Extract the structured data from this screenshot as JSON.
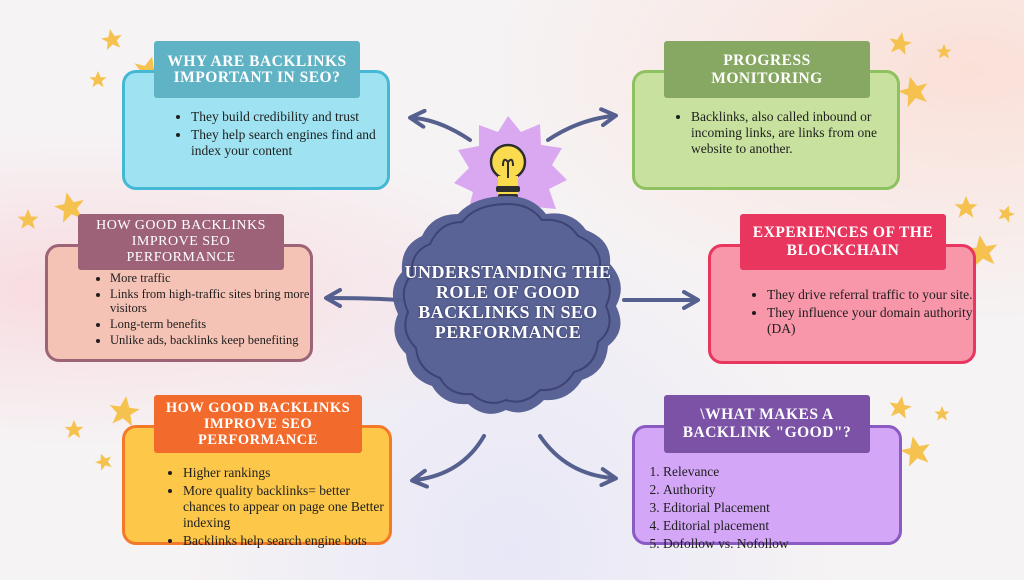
{
  "center": {
    "title": "UNDERSTANDING THE ROLE OF GOOD BACKLINKS IN SEO PERFORMANCE"
  },
  "boxes": {
    "why": {
      "title": "WHY ARE BACKLINKS IMPORTANT IN SEO?",
      "items": [
        "They build credibility and trust",
        "They help search engines find and index your content"
      ]
    },
    "progress": {
      "title": "PROGRESS MONITORING",
      "items": [
        "Backlinks, also called inbound or incoming links, are links from one website to another."
      ]
    },
    "improve1": {
      "title": "HOW GOOD BACKLINKS IMPROVE SEO PERFORMANCE",
      "items": [
        "More traffic",
        "Links from high-traffic sites bring more visitors",
        "Long-term benefits",
        "Unlike ads, backlinks keep benefiting"
      ]
    },
    "blockchain": {
      "title": "EXPERIENCES OF THE BLOCKCHAIN",
      "items": [
        "They drive referral traffic to your site.",
        "They influence your domain authority (DA)"
      ]
    },
    "improve2": {
      "title": "HOW GOOD BACKLINKS IMPROVE SEO PERFORMANCE",
      "items": [
        "Higher rankings",
        "More quality backlinks= better chances to appear on page one Better indexing",
        "Backlinks help search engine bots"
      ]
    },
    "good": {
      "title": "\\WHAT MAKES A BACKLINK \"GOOD\"?",
      "items": [
        "Relevance",
        "Authority",
        "Editorial Placement",
        "Editorial placement",
        "Dofollow vs. Nofollow"
      ]
    }
  },
  "colors": {
    "why_fill": "#9fe3f2",
    "why_tab": "#5fb3c4",
    "why_border": "#44b8d4",
    "progress_fill": "#c8e19e",
    "progress_tab": "#86a862",
    "progress_border": "#8ec15f",
    "improve1_fill": "#f5c3b6",
    "improve1_tab": "#9d6277",
    "improve1_border": "#9c6476",
    "blockchain_fill": "#f896aa",
    "blockchain_tab": "#e8365e",
    "blockchain_border": "#e8365e",
    "improve2_fill": "#fdc84a",
    "improve2_tab": "#f26b2c",
    "improve2_border": "#f47a2a",
    "good_fill": "#d3a6f7",
    "good_tab": "#7b52a6",
    "good_border": "#8a5bc2",
    "center_fill": "#5a6395",
    "arrow": "#56608f",
    "star": "#f6c24f",
    "bulb_burst": "#d9a8f0"
  },
  "icons": {
    "center": "lightbulb-icon",
    "decor": "star-icon"
  }
}
